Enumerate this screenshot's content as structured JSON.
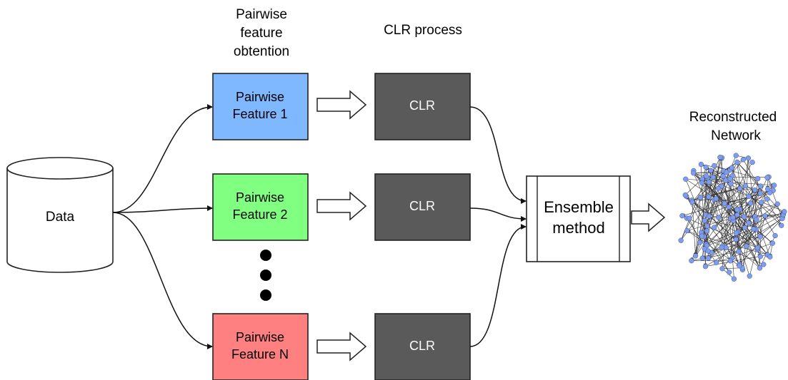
{
  "headers": {
    "pairwise_line1": "Pairwise",
    "pairwise_line2": "feature",
    "pairwise_line3": "obtention",
    "clr_process": "CLR process",
    "reconstructed_line1": "Reconstructed",
    "reconstructed_line2": "Network"
  },
  "data_store": {
    "label": "Data"
  },
  "features": [
    {
      "line1": "Pairwise",
      "line2": "Feature 1",
      "color": "#80B8FF"
    },
    {
      "line1": "Pairwise",
      "line2": "Feature 2",
      "color": "#80FF80"
    },
    {
      "line1": "Pairwise",
      "line2": "Feature N",
      "color": "#FF8080"
    }
  ],
  "clr_boxes": [
    {
      "label": "CLR",
      "color": "#5A5A5A"
    },
    {
      "label": "CLR",
      "color": "#5A5A5A"
    },
    {
      "label": "CLR",
      "color": "#5A5A5A"
    }
  ],
  "ensemble": {
    "line1": "Ensemble",
    "line2": "method"
  },
  "network": {
    "node_color": "#7F9DEB"
  }
}
